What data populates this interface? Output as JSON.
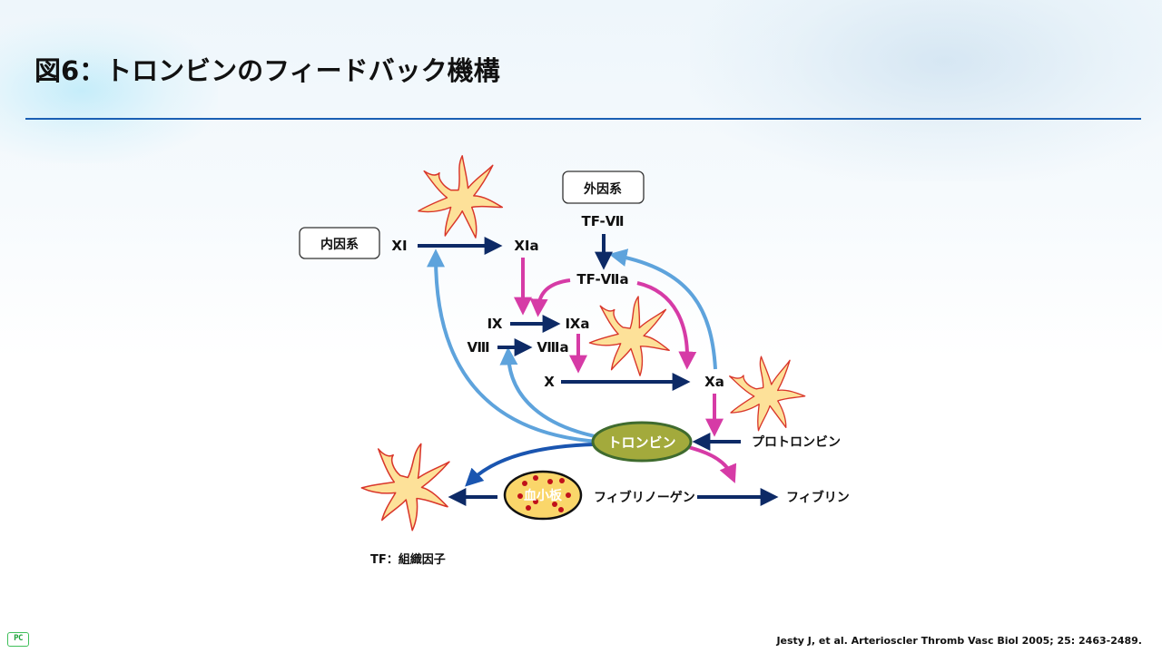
{
  "header": {
    "title": "図6：トロンビンのフィードバック機構"
  },
  "diagram": {
    "boxes": {
      "intrinsic": "内因系",
      "extrinsic": "外因系"
    },
    "factors": {
      "XI": "XI",
      "XIa": "XIa",
      "TF_VII": "TF-Ⅶ",
      "TF_VIIa": "TF-Ⅶa",
      "IX": "Ⅸ",
      "IXa": "Ⅸa",
      "VIII": "Ⅷ",
      "VIIIa": "Ⅷa",
      "X": "X",
      "Xa": "Xa",
      "thrombin": "トロンビン",
      "prothrombin": "プロトロンビン",
      "platelet": "血小板",
      "fibrinogen": "フィブリノーゲン",
      "fibrin": "フィブリン"
    },
    "edges": [
      {
        "from": "XI",
        "to": "XIa",
        "type": "conversion"
      },
      {
        "from": "TF-Ⅶ",
        "to": "TF-Ⅶa",
        "type": "conversion"
      },
      {
        "from": "IX",
        "to": "IXa",
        "type": "conversion"
      },
      {
        "from": "VIII",
        "to": "VIIIa",
        "type": "conversion"
      },
      {
        "from": "X",
        "to": "Xa",
        "type": "conversion"
      },
      {
        "from": "prothrombin",
        "to": "thrombin",
        "type": "conversion"
      },
      {
        "from": "fibrinogen",
        "to": "fibrin",
        "type": "conversion"
      },
      {
        "from": "platelet",
        "to": "activated-platelet",
        "type": "conversion"
      },
      {
        "from": "XIa",
        "to": "IX→IXa",
        "type": "activation"
      },
      {
        "from": "TF-Ⅶa",
        "to": "IX→IXa",
        "type": "activation"
      },
      {
        "from": "TF-Ⅶa",
        "to": "Xa",
        "type": "activation"
      },
      {
        "from": "IXa",
        "to": "X",
        "type": "activation"
      },
      {
        "from": "Xa",
        "to": "prothrombin→thrombin",
        "type": "activation"
      },
      {
        "from": "thrombin",
        "to": "fibrinogen→fibrin",
        "type": "activation"
      },
      {
        "from": "thrombin",
        "to": "XI→XIa",
        "type": "feedback"
      },
      {
        "from": "thrombin",
        "to": "VIII→VIIIa",
        "type": "feedback"
      },
      {
        "from": "Xa",
        "to": "TF-Ⅶ→TF-Ⅶa",
        "type": "feedback"
      },
      {
        "from": "thrombin",
        "to": "activated-platelet",
        "type": "platelet-activation"
      }
    ],
    "colors": {
      "conversion": "#0d2a66",
      "activation": "#d63ba6",
      "feedback": "#5ea3dc",
      "platelet_activation": "#1a55b0",
      "thrombin_fill": "#a3aa3c",
      "thrombin_stroke": "#3f6b2e",
      "platelet_fill": "#fad66a",
      "platelet_dot": "#c0101a",
      "cell_fill": "#fde199",
      "cell_stroke": "#d9362a"
    }
  },
  "footnote": "TF：組織因子",
  "citation": "Jesty J, et al. Arterioscler Thromb Vasc Biol 2005; 25: 2463-2489.",
  "logo": "PC"
}
